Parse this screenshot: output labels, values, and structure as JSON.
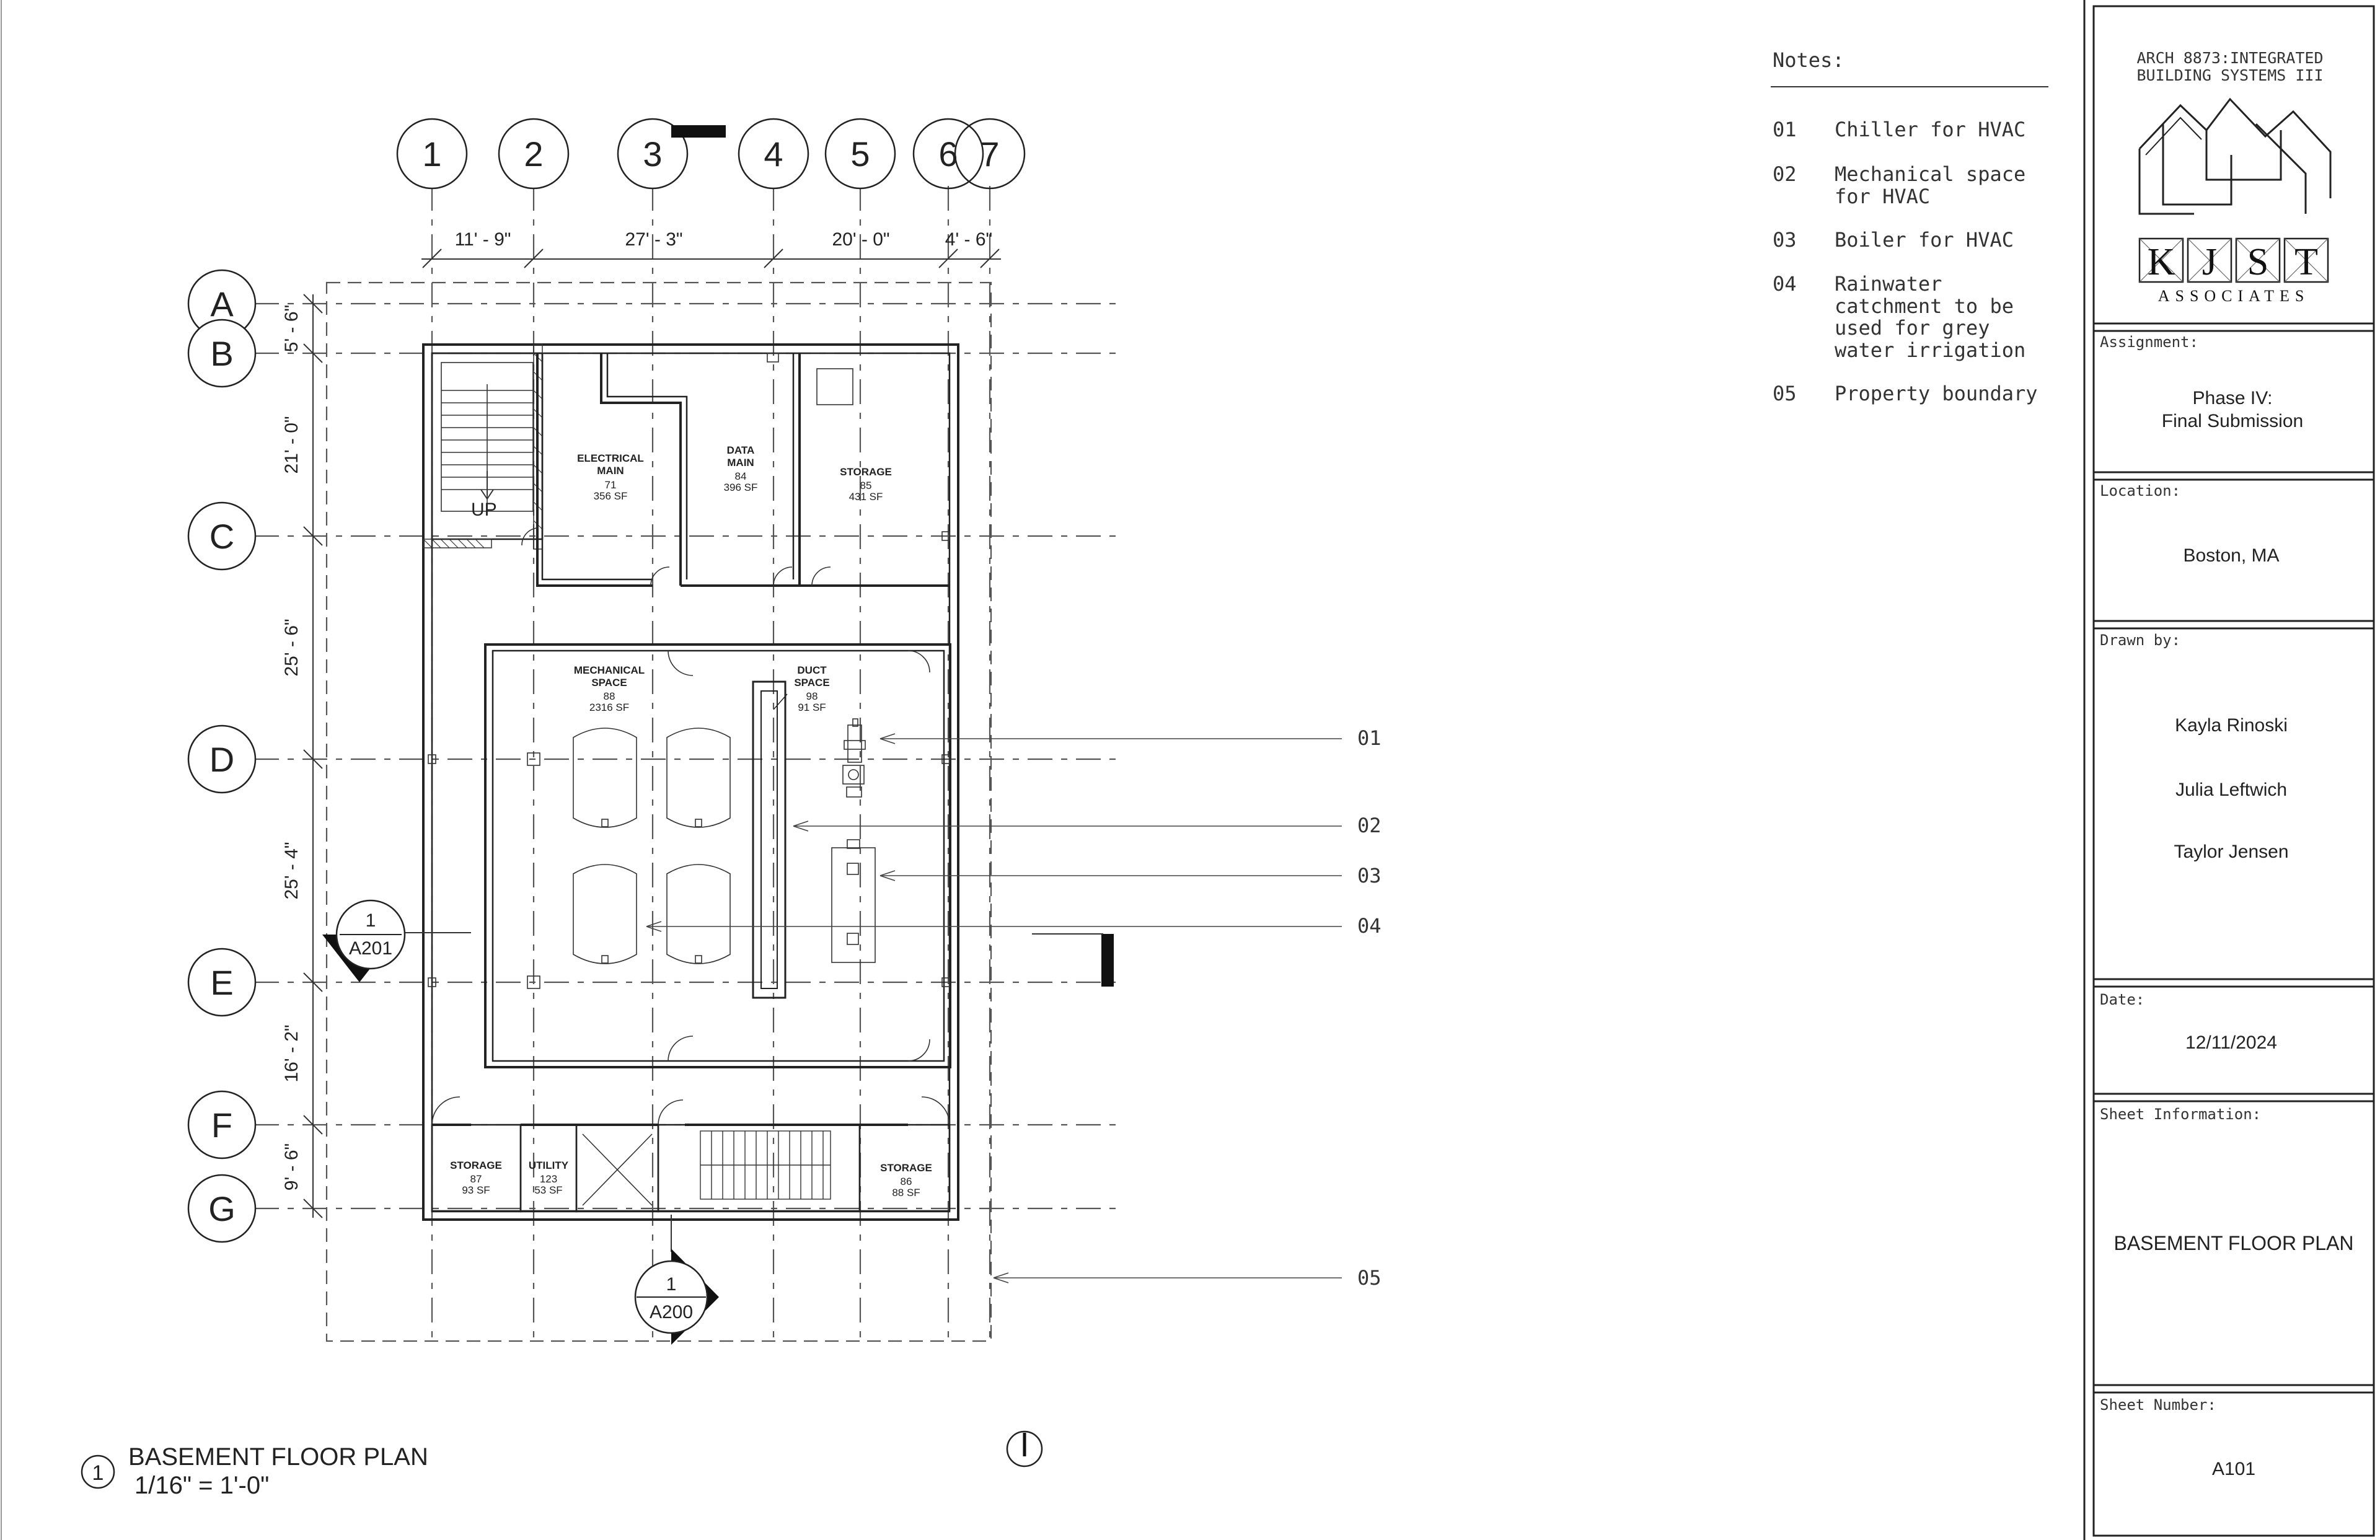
{
  "grid": {
    "columns": [
      "1",
      "2",
      "3",
      "4",
      "5",
      "6",
      "7"
    ],
    "rows": [
      "A",
      "B",
      "C",
      "D",
      "E",
      "F",
      "G"
    ],
    "col_dims": [
      "11' - 9\"",
      "27' - 3\"",
      "20' - 0\"",
      "4' - 6\""
    ],
    "row_dims": [
      "5' - 6\"",
      "21' - 0\"",
      "25' - 6\"",
      "25' - 4\"",
      "16' - 2\"",
      "9' - 6\""
    ]
  },
  "rooms": [
    {
      "name1": "ELECTRICAL",
      "name2": "MAIN",
      "num": "71",
      "area": "356 SF"
    },
    {
      "name1": "DATA",
      "name2": "MAIN",
      "num": "84",
      "area": "396 SF"
    },
    {
      "name1": "STORAGE",
      "name2": "",
      "num": "85",
      "area": "431 SF"
    },
    {
      "name1": "MECHANICAL",
      "name2": "SPACE",
      "num": "88",
      "area": "2316 SF"
    },
    {
      "name1": "DUCT",
      "name2": "SPACE",
      "num": "98",
      "area": "91 SF"
    },
    {
      "name1": "STORAGE",
      "name2": "",
      "num": "87",
      "area": "93 SF"
    },
    {
      "name1": "UTILITY",
      "name2": "",
      "num": "123",
      "area": "53 SF"
    },
    {
      "name1": "STORAGE",
      "name2": "",
      "num": "86",
      "area": "88 SF"
    }
  ],
  "stair_label": "UP",
  "section_marks": [
    {
      "num": "1",
      "sheet": "A201"
    },
    {
      "num": "1",
      "sheet": "A200"
    }
  ],
  "keynote_tags": [
    "01",
    "02",
    "03",
    "04",
    "05"
  ],
  "notes": {
    "heading": "Notes:",
    "items": [
      {
        "num": "01",
        "lines": [
          "Chiller for HVAC"
        ]
      },
      {
        "num": "02",
        "lines": [
          "Mechanical space",
          "for HVAC"
        ]
      },
      {
        "num": "03",
        "lines": [
          "Boiler for HVAC"
        ]
      },
      {
        "num": "04",
        "lines": [
          "Rainwater",
          "catchment to be",
          "used for grey",
          "water irrigation"
        ]
      },
      {
        "num": "05",
        "lines": [
          "Property boundary"
        ]
      }
    ]
  },
  "title_block": {
    "course_line1": "ARCH 8873:INTEGRATED",
    "course_line2": "BUILDING SYSTEMS III",
    "logo_letters": [
      "K",
      "J",
      "S",
      "T"
    ],
    "logo_word": "ASSOCIATES",
    "assignment_label": "Assignment:",
    "assignment_line1": "Phase IV:",
    "assignment_line2": "Final Submission",
    "location_label": "Location:",
    "location": "Boston, MA",
    "drawn_by_label": "Drawn by:",
    "drawn_by": [
      "Kayla Rinoski",
      "Julia Leftwich",
      "Taylor Jensen"
    ],
    "date_label": "Date:",
    "date": "12/11/2024",
    "sheet_info_label": "Sheet Information:",
    "sheet_info": "BASEMENT FLOOR PLAN",
    "sheet_number_label": "Sheet Number:",
    "sheet_number": "A101"
  },
  "view_title": {
    "number": "1",
    "title": "BASEMENT FLOOR PLAN",
    "scale": "1/16\" = 1'-0\""
  }
}
